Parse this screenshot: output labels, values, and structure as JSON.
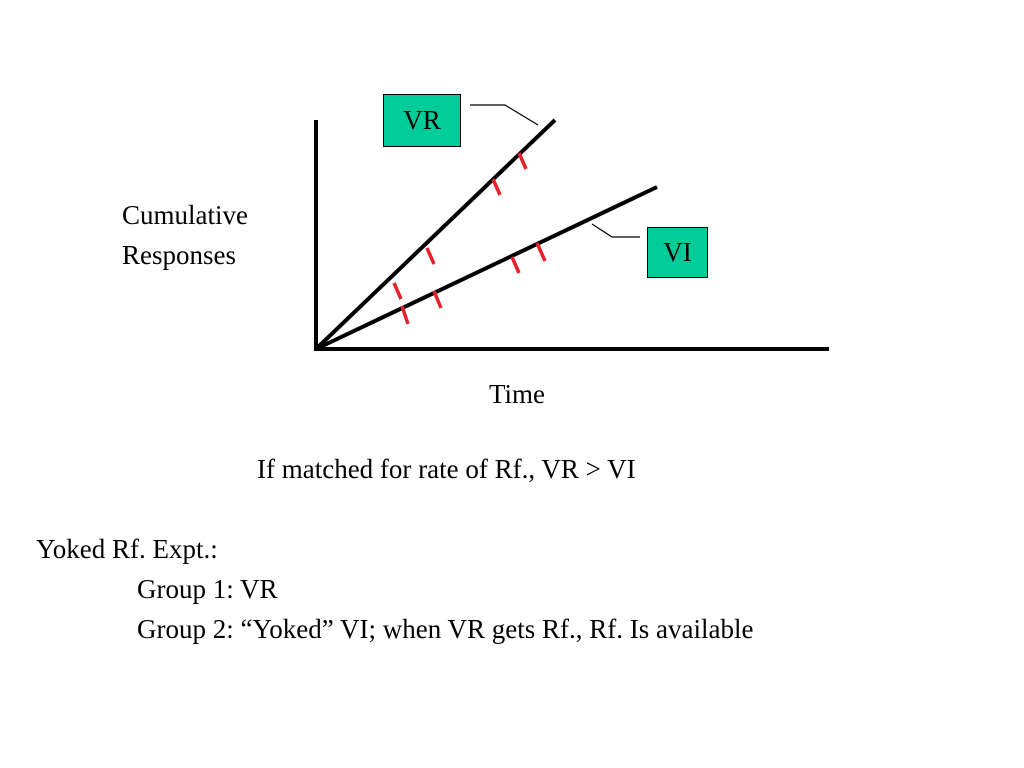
{
  "diagram": {
    "ylabel_line1": "Cumulative",
    "ylabel_line2": "Responses",
    "xlabel": "Time",
    "series": [
      {
        "label": "VR",
        "color": "#00cc99"
      },
      {
        "label": "VI",
        "color": "#00cc99"
      }
    ],
    "tick_color": "#e8202a"
  },
  "caption": "If matched for rate of Rf., VR > VI",
  "experiment": {
    "heading": "Yoked Rf. Expt.:",
    "group1": "Group 1: VR",
    "group2": "Group 2: “Yoked” VI; when VR gets Rf., Rf. Is available"
  }
}
